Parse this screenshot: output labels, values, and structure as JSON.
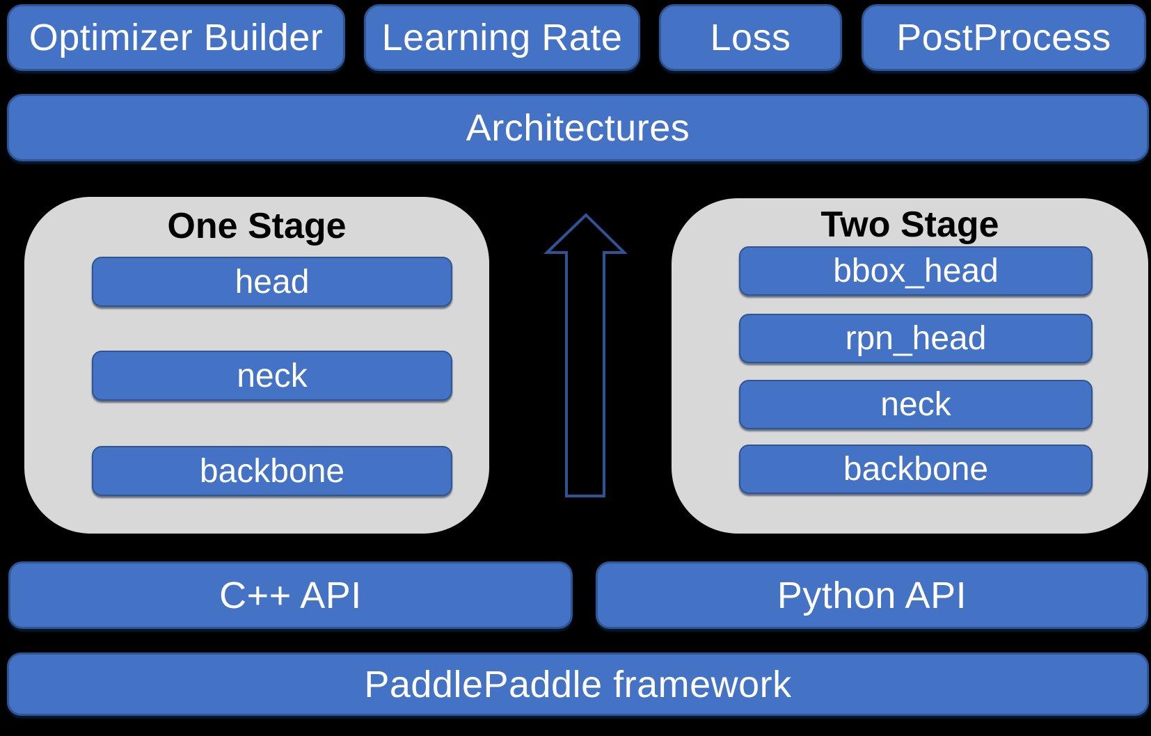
{
  "colors": {
    "background": "#000000",
    "box_fill": "#4472c4",
    "box_border": "#2e5695",
    "container_fill": "#d8d8d8",
    "arrow_stroke": "#2f5496",
    "text_light": "#ffffff",
    "text_dark": "#000000"
  },
  "top_row": {
    "items": [
      {
        "label": "Optimizer Builder"
      },
      {
        "label": "Learning Rate"
      },
      {
        "label": "Loss"
      },
      {
        "label": "PostProcess"
      }
    ]
  },
  "architectures": {
    "label": "Architectures"
  },
  "stages": {
    "one_stage": {
      "title": "One Stage",
      "components": [
        {
          "label": "head"
        },
        {
          "label": "neck"
        },
        {
          "label": "backbone"
        }
      ]
    },
    "two_stage": {
      "title": "Two Stage",
      "components": [
        {
          "label": "bbox_head"
        },
        {
          "label": "rpn_head"
        },
        {
          "label": "neck"
        },
        {
          "label": "backbone"
        }
      ]
    }
  },
  "api_row": {
    "items": [
      {
        "label": "C++ API"
      },
      {
        "label": "Python API"
      }
    ]
  },
  "framework": {
    "label": "PaddlePaddle framework"
  },
  "arrow": {
    "direction": "up"
  }
}
